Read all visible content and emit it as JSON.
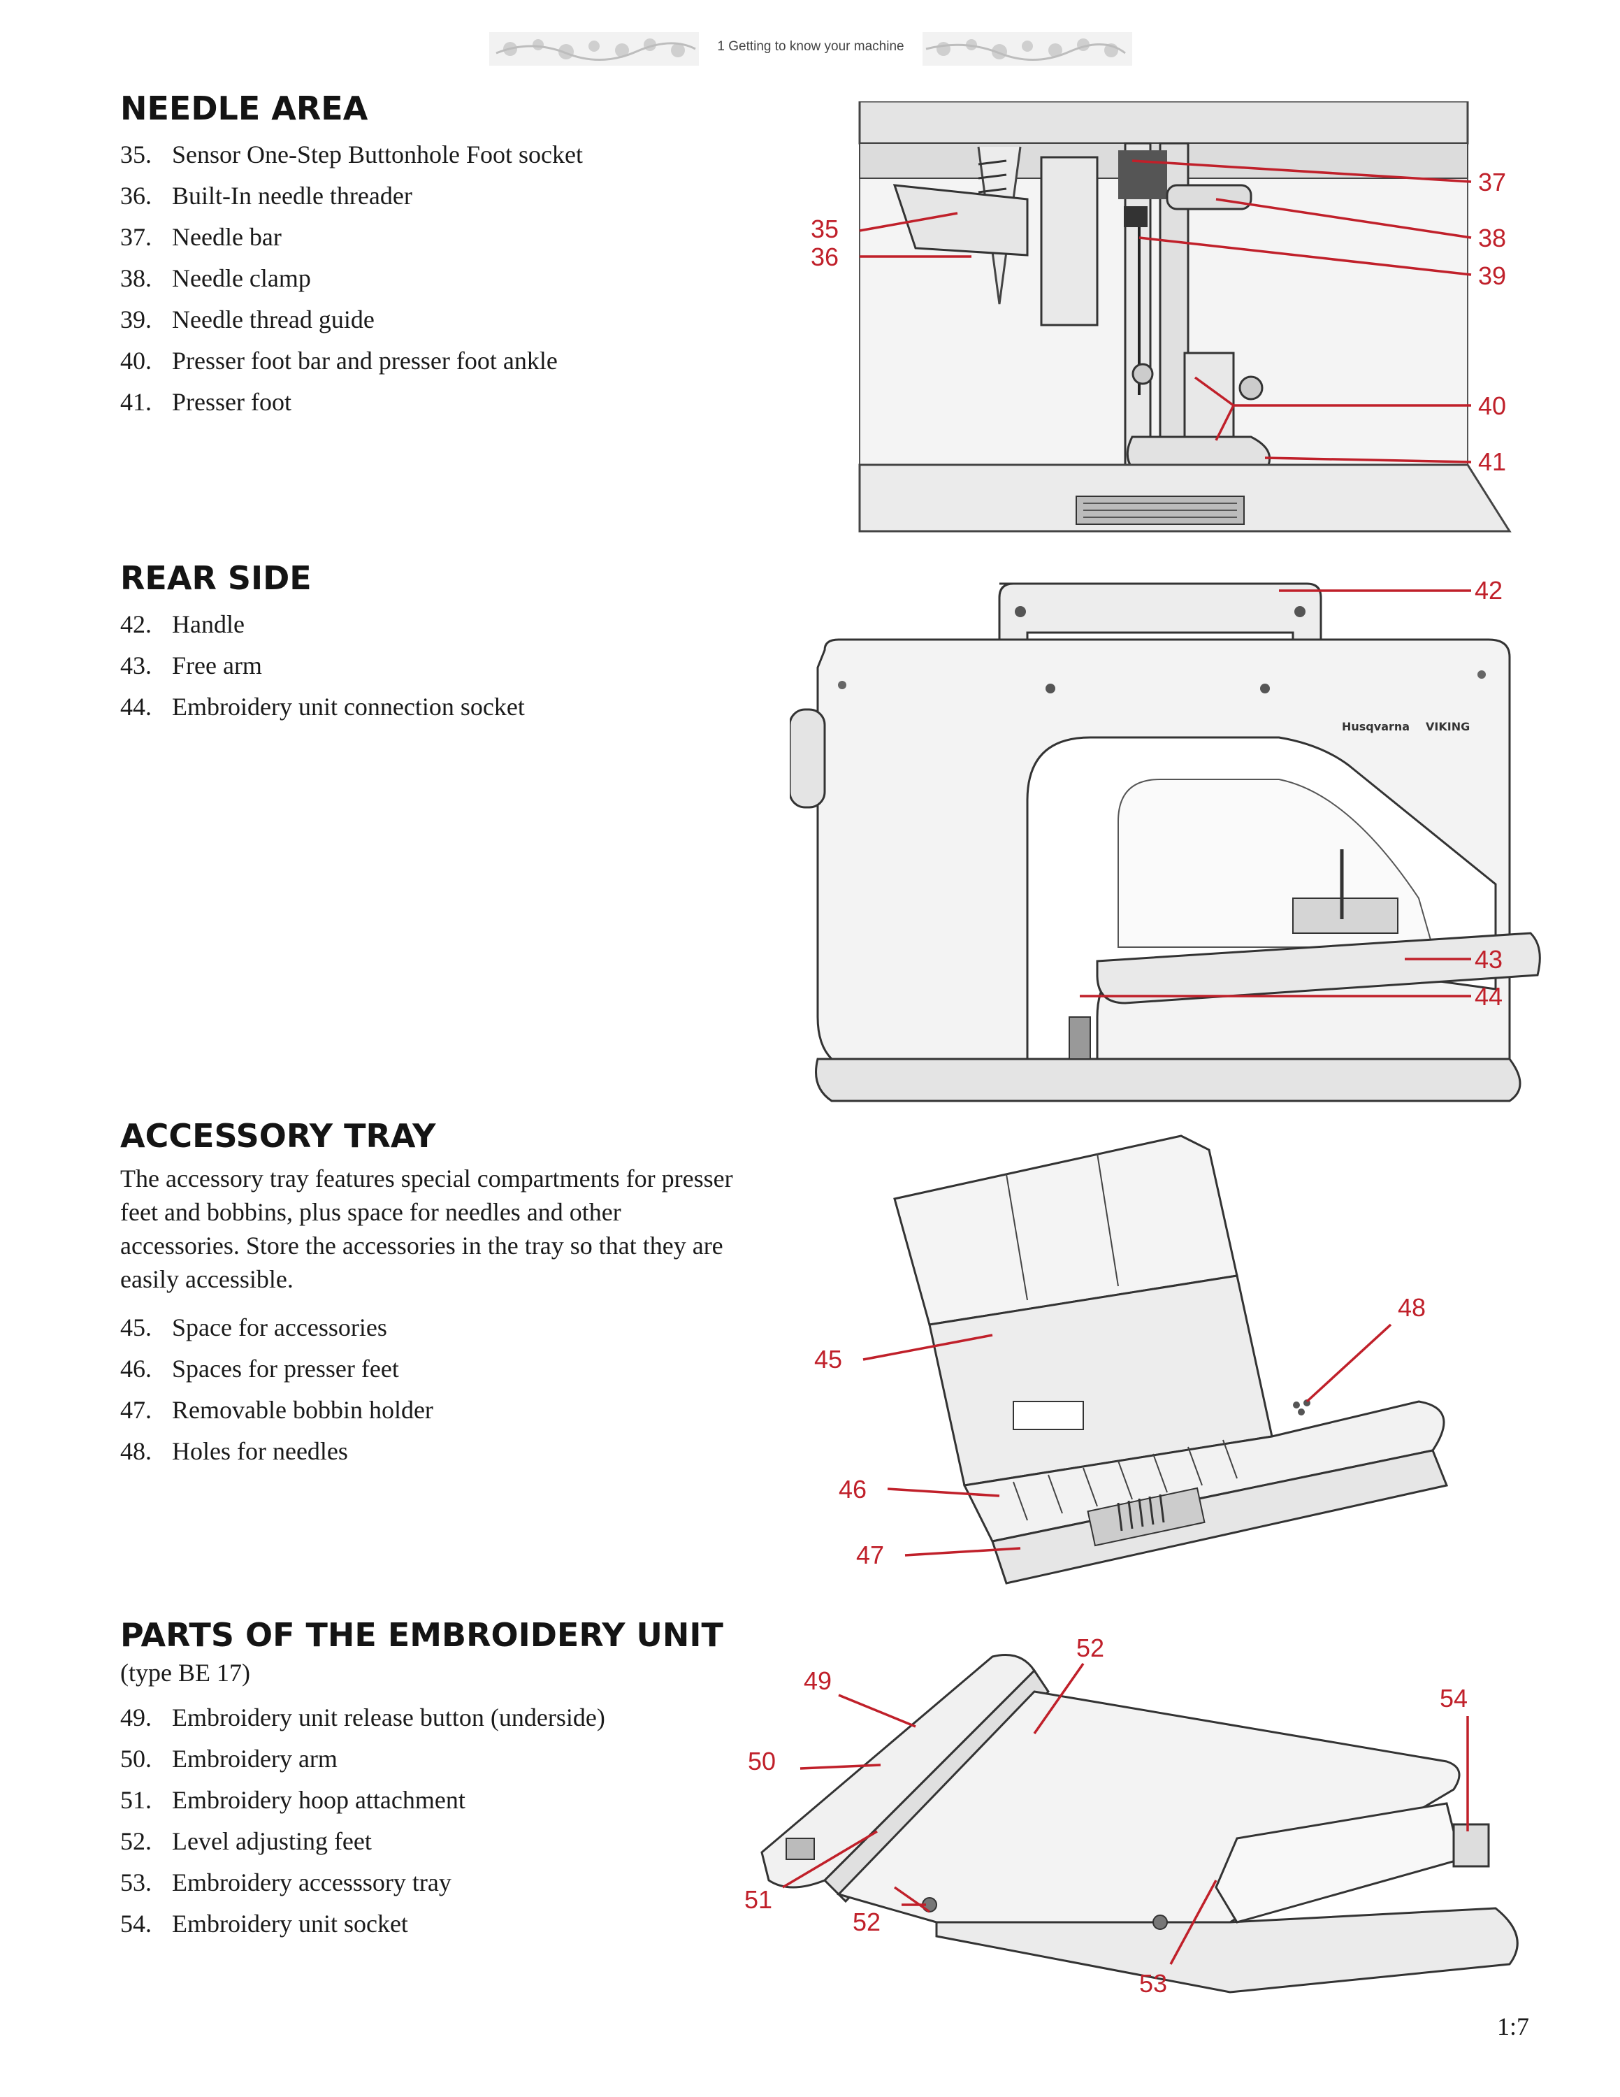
{
  "header": {
    "chapter": "1 Getting to know your machine"
  },
  "sections": {
    "needle_area": {
      "title": "NEEDLE AREA",
      "items": [
        {
          "num": "35.",
          "text": "Sensor One-Step Buttonhole Foot socket"
        },
        {
          "num": "36.",
          "text": "Built-In needle threader"
        },
        {
          "num": "37.",
          "text": "Needle bar"
        },
        {
          "num": "38.",
          "text": "Needle clamp"
        },
        {
          "num": "39.",
          "text": "Needle thread guide"
        },
        {
          "num": "40.",
          "text": "Presser foot bar and presser foot ankle"
        },
        {
          "num": "41.",
          "text": "Presser foot"
        }
      ]
    },
    "rear_side": {
      "title": "REAR SIDE",
      "items": [
        {
          "num": "42.",
          "text": "Handle"
        },
        {
          "num": "43.",
          "text": "Free arm"
        },
        {
          "num": "44.",
          "text": "Embroidery unit connection socket"
        }
      ]
    },
    "accessory_tray": {
      "title": "ACCESSORY TRAY",
      "description": "The accessory tray features special compartments for presser feet and bobbins, plus space for needles and other accessories. Store the accessories in the tray so that they are easily accessible.",
      "items": [
        {
          "num": "45.",
          "text": "Space for accessories"
        },
        {
          "num": "46.",
          "text": "Spaces for presser feet"
        },
        {
          "num": "47.",
          "text": "Removable bobbin holder"
        },
        {
          "num": "48.",
          "text": "Holes for needles"
        }
      ]
    },
    "embroidery_unit": {
      "title": "PARTS OF THE EMBROIDERY UNIT",
      "subtitle": "(type BE 17)",
      "items": [
        {
          "num": "49.",
          "text": "Embroidery unit release button (underside)"
        },
        {
          "num": "50.",
          "text": "Embroidery arm"
        },
        {
          "num": "51.",
          "text": "Embroidery hoop attachment"
        },
        {
          "num": "52.",
          "text": "Level adjusting feet"
        },
        {
          "num": "53.",
          "text": "Embroidery accesssory tray"
        },
        {
          "num": "54.",
          "text": "Embroidery unit socket"
        }
      ]
    }
  },
  "figures": {
    "needle_labels": [
      "35",
      "36",
      "37",
      "38",
      "39",
      "40",
      "41"
    ],
    "rear_labels": [
      "42",
      "43",
      "44"
    ],
    "machine_brand": "Husqvarna",
    "machine_model": "VIKING",
    "tray_labels": [
      "45",
      "46",
      "47",
      "48"
    ],
    "embroidery_labels": [
      "49",
      "50",
      "51",
      "52",
      "52",
      "53",
      "54"
    ]
  },
  "page_number": "1:7",
  "colors": {
    "callout": "#c0202a",
    "line_art": "#3a3a3a",
    "fill_light": "#f0f0f0"
  }
}
